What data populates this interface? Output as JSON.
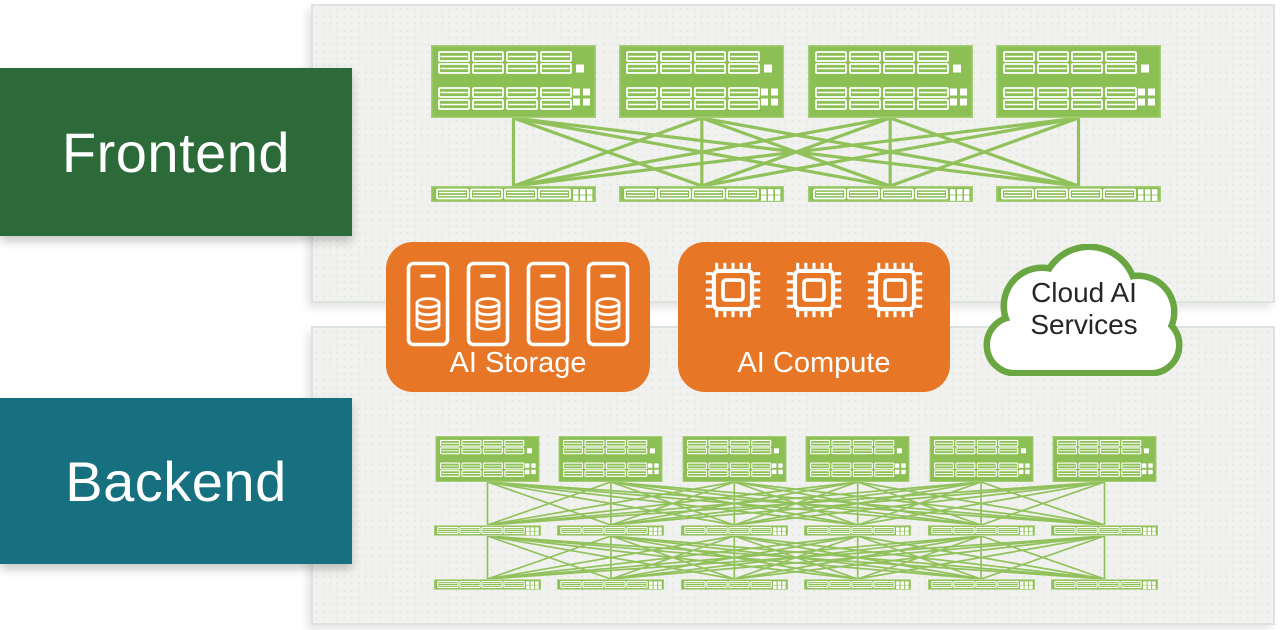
{
  "labels": {
    "frontend": "Frontend",
    "backend": "Backend"
  },
  "fabrics": {
    "frontend": {
      "spine_count": 4,
      "leaf_rows": 1,
      "leaves_per_row": 4
    },
    "backend": {
      "spine_count": 6,
      "leaf_rows": 2,
      "leaves_per_row": 6
    }
  },
  "cards": {
    "storage": {
      "label": "AI Storage",
      "icon": "storage-server-icon",
      "icon_count": 4
    },
    "compute": {
      "label": "AI Compute",
      "icon": "gpu-chip-icon",
      "icon_count": 3
    }
  },
  "cloud": {
    "label_line1": "Cloud AI",
    "label_line2": "Services"
  },
  "colors": {
    "frontend_band": "#2d6a3a",
    "backend_band": "#177080",
    "switch_green": "#8cbf54",
    "switch_green_border": "#a5cd76",
    "link_green": "#8cbf54",
    "card_orange": "#e77726",
    "cloud_stroke": "#6aa642",
    "panel_bg": "#f1f2ef",
    "panel_border": "#dde3de",
    "label_text": "#ffffff",
    "cloud_text": "#262626"
  }
}
